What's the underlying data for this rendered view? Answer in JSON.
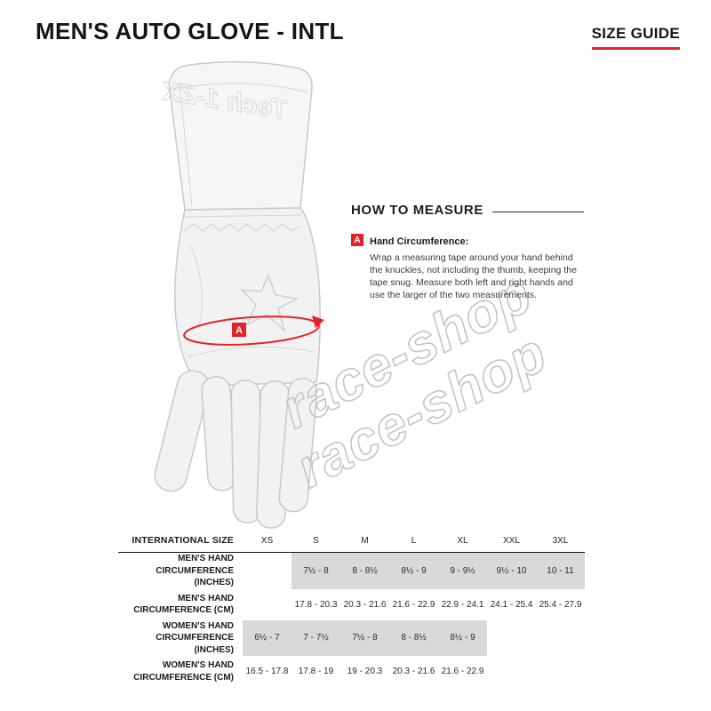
{
  "header": {
    "title": "MEN'S AUTO GLOVE - INTL",
    "size_guide_label": "SIZE GUIDE"
  },
  "glove": {
    "cuff_text": "Tech 1-ZX"
  },
  "watermark": {
    "text": "race-shop"
  },
  "how_to_measure": {
    "heading": "HOW TO MEASURE",
    "marker": "A",
    "item_title": "Hand Circumference:",
    "item_text": "Wrap a measuring tape around your hand behind the knuckles, not including the thumb, keeping the tape snug. Measure both left and right hands and use the larger of the two measurements."
  },
  "size_table": {
    "header_label": "INTERNATIONAL SIZE",
    "sizes": [
      "XS",
      "S",
      "M",
      "L",
      "XL",
      "XXL",
      "3XL"
    ],
    "rows": [
      {
        "label": "MEN'S HAND CIRCUMFERENCE (INCHES)",
        "values": [
          "",
          "7½ - 8",
          "8 - 8½",
          "8½ - 9",
          "9 - 9½",
          "9½ - 10",
          "10 - 11"
        ]
      },
      {
        "label": "MEN'S HAND CIRCUMFERENCE (CM)",
        "values": [
          "",
          "17.8 - 20.3",
          "20.3 - 21.6",
          "21.6 - 22.9",
          "22.9 - 24.1",
          "24.1 - 25.4",
          "25.4 - 27.9"
        ]
      },
      {
        "label": "WOMEN'S HAND CIRCUMFERENCE (INCHES)",
        "values": [
          "6½ - 7",
          "7 - 7½",
          "7½ - 8",
          "8 - 8½",
          "8½ - 9",
          "",
          ""
        ]
      },
      {
        "label": "WOMEN'S HAND CIRCUMFERENCE (CM)",
        "values": [
          "16.5 - 17.8",
          "17.8 - 19",
          "19 - 20.3",
          "20.3 - 21.6",
          "21.6 - 22.9",
          "",
          ""
        ]
      }
    ]
  },
  "colors": {
    "accent_red": "#e2232a",
    "table_shading": "#d9d9d9",
    "watermark_gray": "#c5c5c5"
  }
}
